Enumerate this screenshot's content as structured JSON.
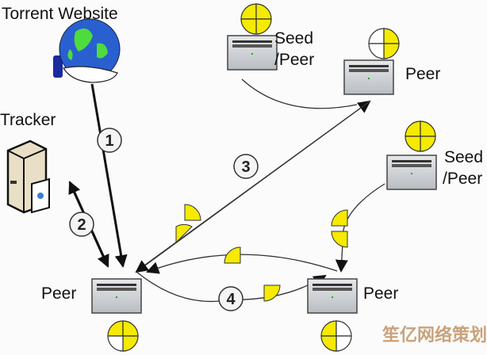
{
  "labels": {
    "torrent_website": "Torrent Website",
    "tracker": "Tracker",
    "seed_peer_top_1": "Seed",
    "seed_peer_top_2": "/Peer",
    "peer_top_right": "Peer",
    "seed_peer_right_1": "Seed",
    "seed_peer_right_2": "/Peer",
    "peer_bottom_left": "Peer",
    "peer_bottom_right": "Peer"
  },
  "steps": [
    "1",
    "2",
    "3",
    "4"
  ],
  "watermark": "笙亿网络策划",
  "colors": {
    "piece": "#f5ea00",
    "line": "#111111",
    "server": "#c9cccf"
  }
}
